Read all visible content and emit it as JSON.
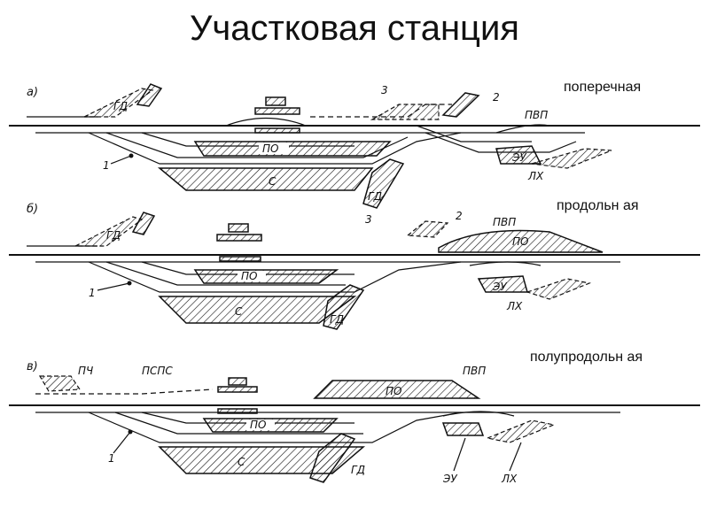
{
  "title": "Участковая станция",
  "layouts": [
    {
      "key": "a",
      "letter": "а)",
      "label": "поперечная"
    },
    {
      "key": "b",
      "letter": "б)",
      "label": "продольн ая"
    },
    {
      "key": "c",
      "letter": "в)",
      "label": "полупродольн ая"
    }
  ],
  "diagram_labels": {
    "gd": "ГД",
    "po": "ПО",
    "s": "С",
    "pvp": "ПВП",
    "eu": "ЭУ",
    "lkh": "ЛХ",
    "pch": "ПЧ",
    "psps": "ПСПС",
    "n1": "1",
    "n2": "2",
    "n3": "3"
  }
}
